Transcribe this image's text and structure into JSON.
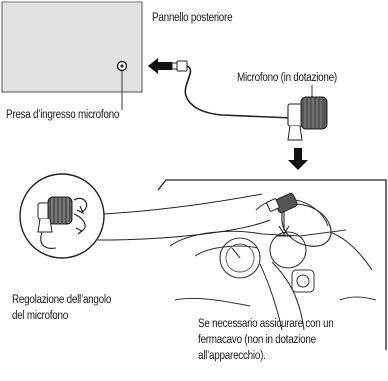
{
  "labels": {
    "rear_panel": "Pannello posteriore",
    "microphone_supplied": "Microfono (in dotazione)",
    "mic_input_jack": "Presa d’ingresso microfono",
    "angle_adjust_line1": "Regolazione dell’angolo",
    "angle_adjust_line2": "del microfono",
    "cable_clamp_line1": "Se necessario assicurare con un",
    "cable_clamp_line2": "fermacavo (non in dotazione",
    "cable_clamp_line3": "all’apparecchio)."
  }
}
